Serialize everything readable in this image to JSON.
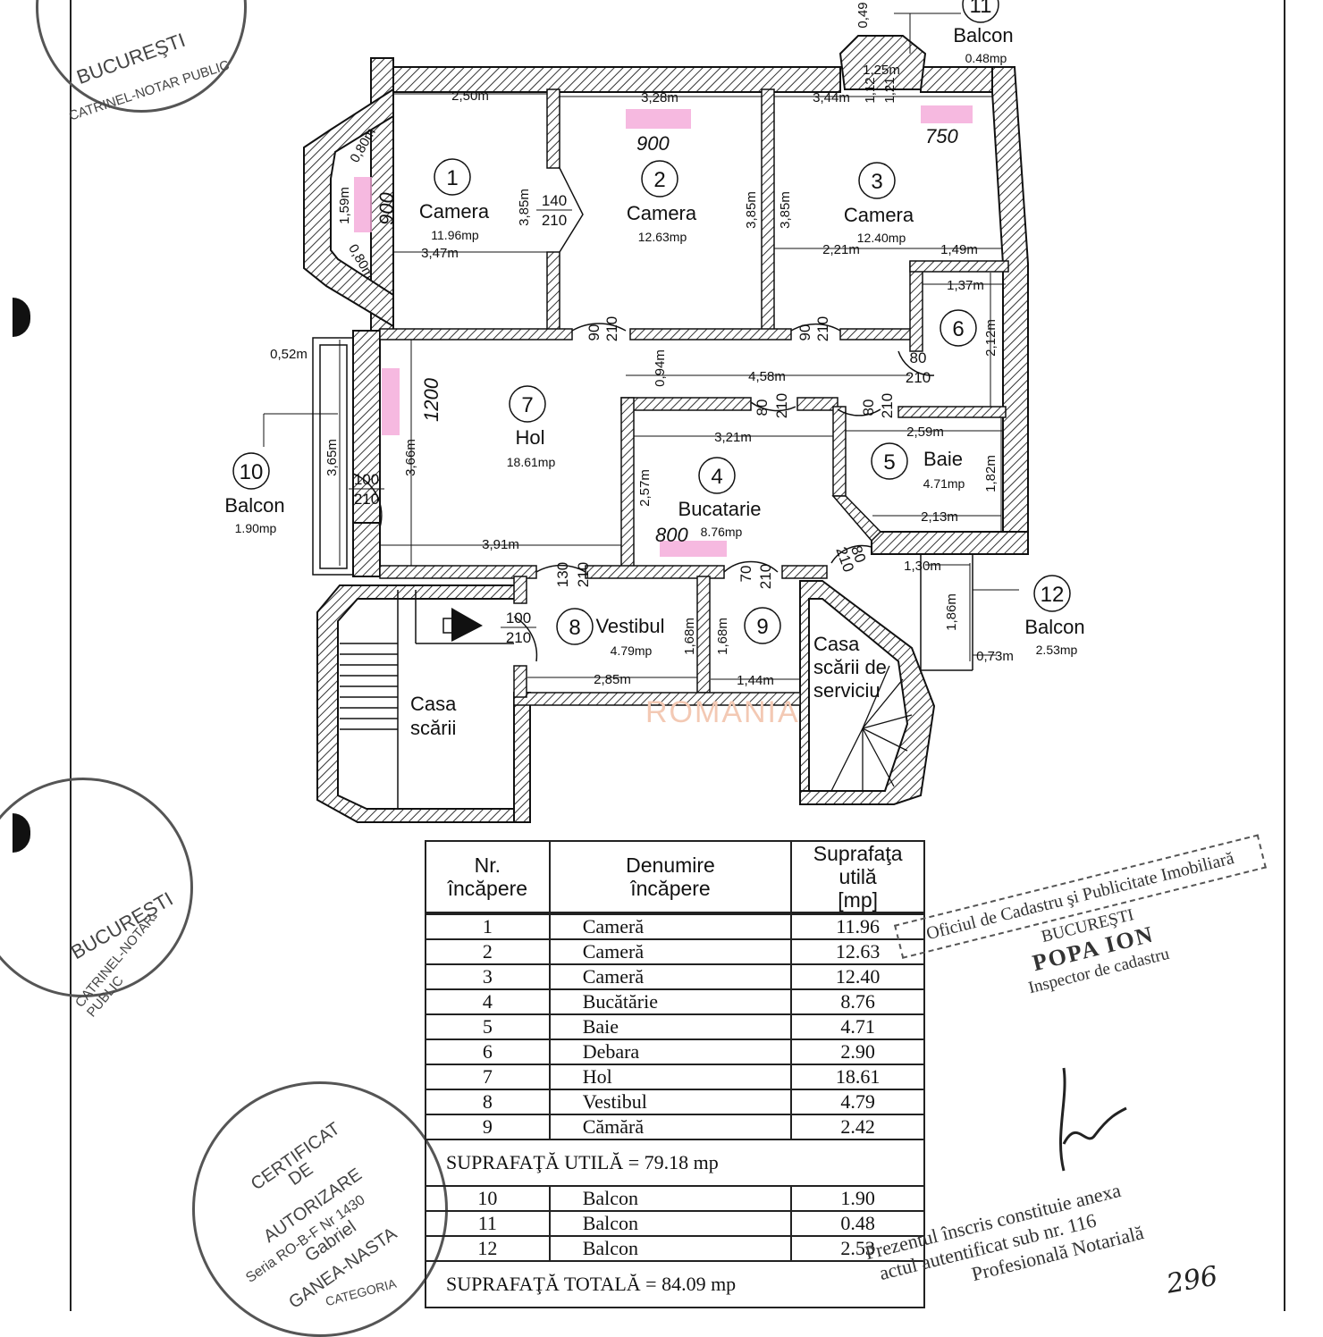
{
  "plan": {
    "rooms": [
      {
        "num": "1",
        "name": "Camera",
        "area": "11.96mp",
        "hand": "900"
      },
      {
        "num": "2",
        "name": "Camera",
        "area": "12.63mp",
        "hand": "900"
      },
      {
        "num": "3",
        "name": "Camera",
        "area": "12.40mp",
        "hand": "750"
      },
      {
        "num": "4",
        "name": "Bucatarie",
        "area": "8.76mp",
        "hand": "800"
      },
      {
        "num": "5",
        "name": "Baie",
        "area": "4.71mp"
      },
      {
        "num": "6"
      },
      {
        "num": "7",
        "name": "Hol",
        "area": "18.61mp",
        "hand": "1200"
      },
      {
        "num": "8",
        "name": "Vestibul",
        "area": "4.79mp"
      },
      {
        "num": "9"
      },
      {
        "num": "10",
        "name": "Balcon",
        "area": "1.90mp"
      },
      {
        "num": "11",
        "name": "Balcon",
        "area": "0.48mp"
      },
      {
        "num": "12",
        "name": "Balcon",
        "area": "2.53mp"
      }
    ],
    "stairs_main": [
      "Casa",
      "scării"
    ],
    "stairs_service": [
      "Casa",
      "scării de",
      "serviciu"
    ],
    "dims": {
      "d250": "2,50m",
      "d328": "3,28m",
      "d344": "3,44m",
      "d080a": "0,80m",
      "d159": "1,59m",
      "d080b": "0,80m",
      "d347": "3,47m",
      "d385a": "3,85m",
      "d385b": "3,85m",
      "d385c": "3,85m",
      "d221": "2,21m",
      "d149": "1,49m",
      "d137": "1,37m",
      "d212": "2,12m",
      "d052": "0,52m",
      "d094": "0,94m",
      "d458": "4,58m",
      "d321": "3,21m",
      "d259": "2,59m",
      "d365": "3,65m",
      "d366": "3,66m",
      "d257": "2,57m",
      "d182": "1,82m",
      "d213": "2,13m",
      "d391": "3,91m",
      "d130": "1,30m",
      "d186": "1,86m",
      "d073": "0,73m",
      "d168a": "1,68m",
      "d168b": "1,68m",
      "d285": "2,85m",
      "d144": "1,44m",
      "d049": "0,49",
      "d125": "1,25m",
      "d112": "1,12",
      "d121": "1,21"
    },
    "doors": {
      "a": [
        "140",
        "210"
      ],
      "b": [
        "90",
        "210"
      ],
      "c": [
        "90",
        "210"
      ],
      "d": [
        "80",
        "210"
      ],
      "e": [
        "80",
        "210"
      ],
      "f": [
        "80",
        "210"
      ],
      "g": [
        "100",
        "210"
      ],
      "h": [
        "130",
        "210"
      ],
      "i": [
        "100",
        "210"
      ],
      "j": [
        "70",
        "210"
      ],
      "k": [
        "80",
        "210"
      ]
    },
    "watermark": "ROMANIA"
  },
  "table": {
    "headers": [
      [
        "Nr.",
        "încăpere"
      ],
      [
        "Denumire",
        "încăpere"
      ],
      [
        "Suprafaţa utilă",
        "[mp]"
      ]
    ],
    "rows": [
      [
        "1",
        "Cameră",
        "11.96"
      ],
      [
        "2",
        "Cameră",
        "12.63"
      ],
      [
        "3",
        "Cameră",
        "12.40"
      ],
      [
        "4",
        "Bucătărie",
        "8.76"
      ],
      [
        "5",
        "Baie",
        "4.71"
      ],
      [
        "6",
        "Debara",
        "2.90"
      ],
      [
        "7",
        "Hol",
        "18.61"
      ],
      [
        "8",
        "Vestibul",
        "4.79"
      ],
      [
        "9",
        "Cămără",
        "2.42"
      ]
    ],
    "subtotal": "SUPRAFAŢĂ UTILĂ = 79.18 mp",
    "balconies": [
      [
        "10",
        "Balcon",
        "1.90"
      ],
      [
        "11",
        "Balcon",
        "0.48"
      ],
      [
        "12",
        "Balcon",
        "2.53"
      ]
    ],
    "total": "SUPRAFAŢĂ TOTALĂ = 84.09 mp"
  },
  "stamps": {
    "notary": [
      "BUCUREŞTI",
      "CATRINEL-NOTAR PUBLIC"
    ],
    "cert": [
      "CERTIFICAT",
      "DE",
      "AUTORIZARE",
      "Seria RO-B-F Nr 1430",
      "Gabriel",
      "GANEA-NASTA",
      "CATEGORIA"
    ],
    "ocpi": [
      "Oficiul de Cadastru şi Publicitate Imobiliară",
      "BUCUREŞTI",
      "POPA ION",
      "Inspector de cadastru"
    ],
    "footnote": [
      "Prezentul înscris constituie anexa",
      "actul autentificat sub nr. 116",
      "Profesională Notarială"
    ],
    "footnote_hand": "296"
  },
  "colors": {
    "ink": "#111111",
    "hatch": "#333333",
    "highlight": "#f4a7d8",
    "handwriting": "#2c3e9a",
    "watermark": "#f3c9b4"
  }
}
